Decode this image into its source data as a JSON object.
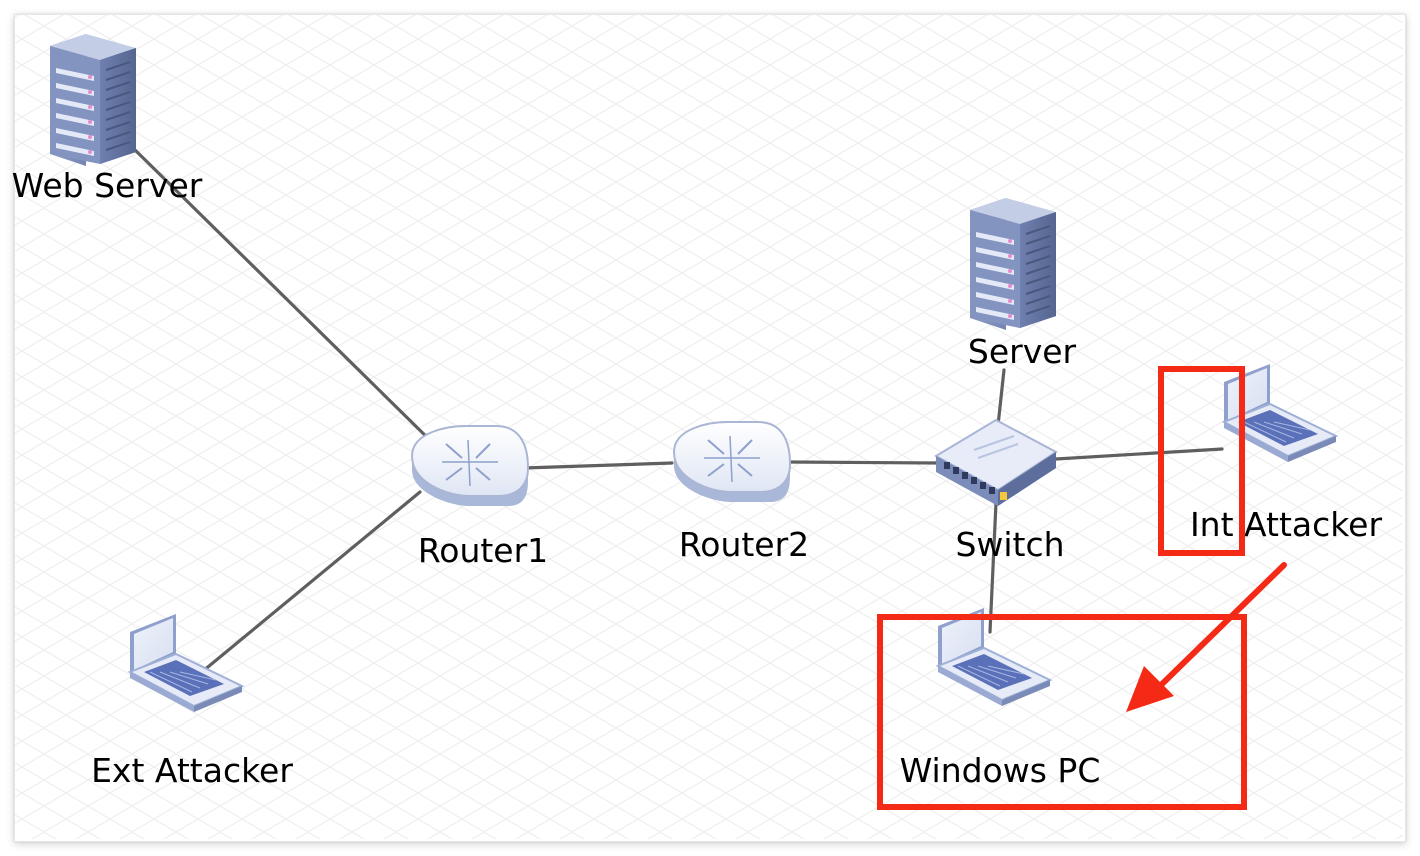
{
  "nodes": [
    {
      "id": "web-server",
      "kind": "server",
      "label": "Web Server"
    },
    {
      "id": "server",
      "kind": "server",
      "label": "Server"
    },
    {
      "id": "router1",
      "kind": "router",
      "label": "Router1"
    },
    {
      "id": "router2",
      "kind": "router",
      "label": "Router2"
    },
    {
      "id": "switch",
      "kind": "switch",
      "label": "Switch"
    },
    {
      "id": "int-attacker",
      "kind": "laptop",
      "label": "Int Attacker"
    },
    {
      "id": "ext-attacker",
      "kind": "laptop",
      "label": "Ext Attacker"
    },
    {
      "id": "windows-pc",
      "kind": "laptop",
      "label": "Windows PC"
    }
  ],
  "links": [
    [
      "web-server",
      "router1"
    ],
    [
      "router1",
      "ext-attacker"
    ],
    [
      "router1",
      "router2"
    ],
    [
      "router2",
      "switch"
    ],
    [
      "switch",
      "server"
    ],
    [
      "switch",
      "int-attacker"
    ],
    [
      "switch",
      "windows-pc"
    ]
  ],
  "highlights": [
    "int-attacker",
    "windows-pc"
  ],
  "annotation_arrow": {
    "from": "int-attacker",
    "to": "windows-pc"
  },
  "colors": {
    "link": "#5f5f5f",
    "highlight": "#f42a16",
    "grid": "#ececec",
    "device_light": "#e9eef8",
    "device_mid": "#9eadd0",
    "device_dark": "#5c6b99",
    "screen": "#5a70b8"
  },
  "icons": {
    "server": "server-rack-icon",
    "router": "router-icon",
    "switch": "network-switch-icon",
    "laptop": "laptop-icon"
  }
}
